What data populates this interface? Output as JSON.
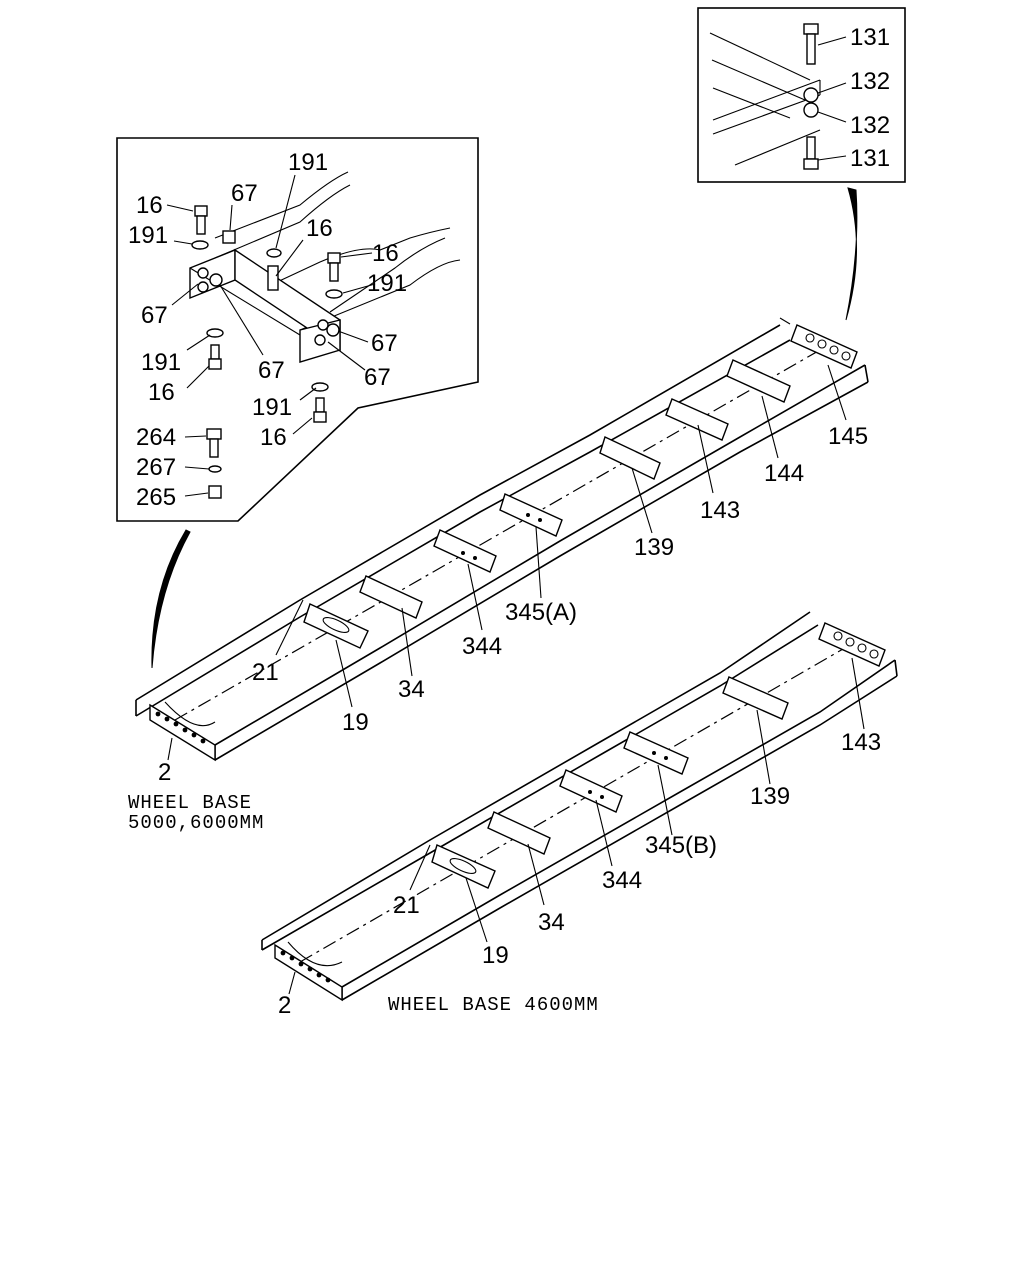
{
  "upper_frame": {
    "callouts": {
      "c21": "21",
      "c19": "19",
      "c34": "34",
      "c344": "344",
      "c345a": "345(A)",
      "c139": "139",
      "c143": "143",
      "c144": "144",
      "c145": "145",
      "c2": "2"
    },
    "caption_line1": "WHEEL BASE",
    "caption_line2": "5000,6000MM"
  },
  "lower_frame": {
    "callouts": {
      "c21": "21",
      "c19": "19",
      "c34": "34",
      "c344": "344",
      "c345b": "345(B)",
      "c139": "139",
      "c143": "143",
      "c2": "2"
    },
    "caption": "WHEEL BASE 4600MM"
  },
  "detail_left": {
    "callouts": {
      "a16": "16",
      "a67": "67",
      "a191": "191",
      "b191": "191",
      "b16": "16",
      "c16": "16",
      "c191": "191",
      "d67": "67",
      "e191": "191",
      "f16": "16",
      "g67": "67",
      "h67": "67",
      "i67": "67",
      "j191": "191",
      "k16": "16",
      "l264": "264",
      "m267": "267",
      "n265": "265"
    }
  },
  "detail_right": {
    "callouts": {
      "a131": "131",
      "b132": "132",
      "c132": "132",
      "d131": "131"
    }
  }
}
